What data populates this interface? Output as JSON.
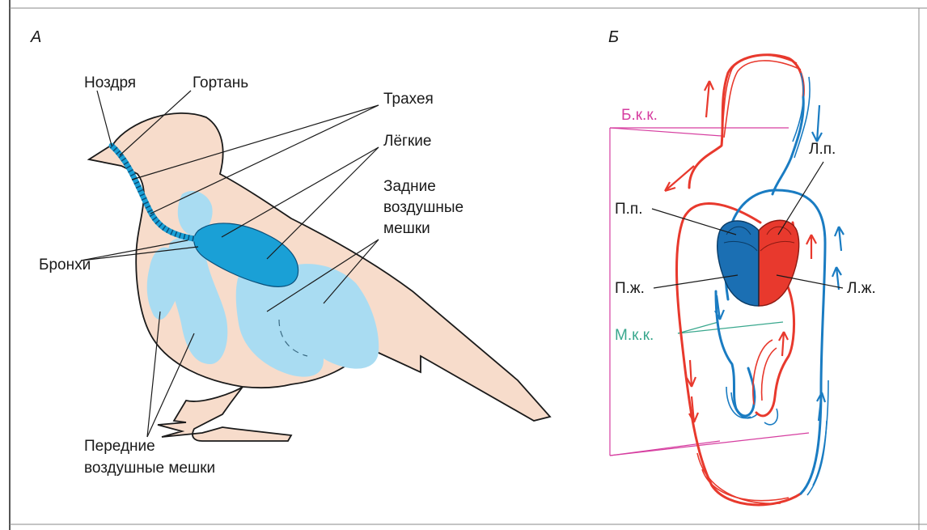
{
  "panels": {
    "a": "А",
    "b": "Б"
  },
  "bird_labels": {
    "nostril": "Ноздря",
    "larynx": "Гортань",
    "trachea": "Трахея",
    "lungs": "Лёгкие",
    "posterior_sacs_line1": "Задние",
    "posterior_sacs_line2": "воздушные",
    "posterior_sacs_line3": "мешки",
    "bronchi": "Бронхи",
    "anterior_sacs_line1": "Передние",
    "anterior_sacs_line2": "воздушные мешки"
  },
  "circulation_labels": {
    "systemic": "Б.к.к.",
    "pulmonary": "М.к.к.",
    "right_atrium": "П.п.",
    "left_atrium": "Л.п.",
    "right_ventricle": "П.ж.",
    "left_ventricle": "Л.ж."
  },
  "colors": {
    "skin": "#f7dccb",
    "air_sacs": "#a9dcf2",
    "lungs": "#1aa0d6",
    "arterial_blood": "#e8392d",
    "venous_blood": "#1a7cc2",
    "systemic_label": "#d63ea0",
    "pulmonary_label": "#3aa88e"
  }
}
